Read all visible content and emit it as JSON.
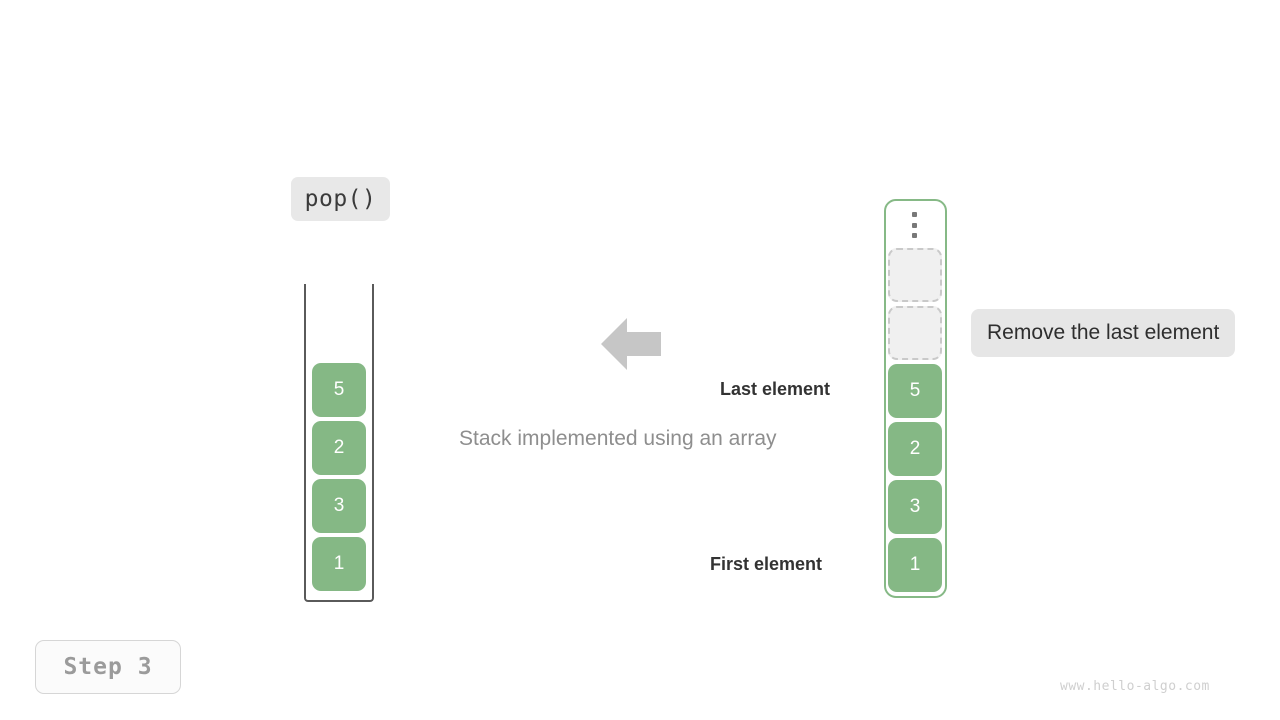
{
  "operation": {
    "label": "pop()"
  },
  "step": {
    "label": "Step 3"
  },
  "caption": {
    "text": "Stack implemented using an array"
  },
  "annotations": {
    "last_element": "Last element",
    "first_element": "First element",
    "note": "Remove the last element"
  },
  "arrow": {
    "direction": "left",
    "color": "#c6c6c6"
  },
  "left_stack": {
    "title": "array-stack-before",
    "cells": [
      {
        "value": "5",
        "state": "filled"
      },
      {
        "value": "2",
        "state": "filled"
      },
      {
        "value": "3",
        "state": "filled"
      },
      {
        "value": "1",
        "state": "filled"
      }
    ]
  },
  "right_stack": {
    "title": "array-stack-after",
    "overflow_icon": "vertical-ellipsis-icon",
    "cells": [
      {
        "value": "",
        "state": "empty"
      },
      {
        "value": "",
        "state": "empty"
      },
      {
        "value": "5",
        "state": "filled"
      },
      {
        "value": "2",
        "state": "filled"
      },
      {
        "value": "3",
        "state": "filled"
      },
      {
        "value": "1",
        "state": "filled"
      }
    ]
  },
  "watermark": {
    "text": "www.hello-algo.com"
  },
  "colors": {
    "element_green": "#85b885",
    "container_green": "#86b986",
    "empty_fill": "#f0f0f0",
    "empty_border": "#c9c9c9",
    "badge_gray": "#e8e8e8",
    "arrow_gray": "#c6c6c6",
    "caption_gray": "#8e8e8e"
  }
}
